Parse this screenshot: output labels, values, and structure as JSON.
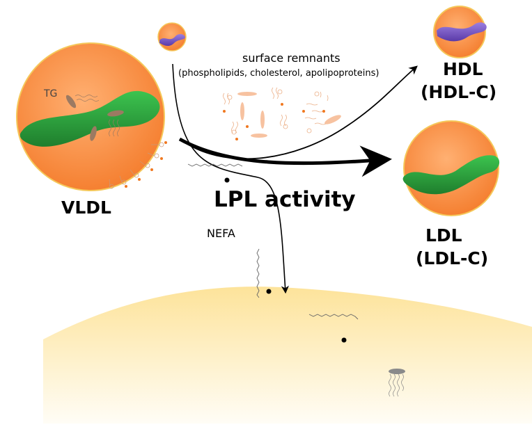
{
  "labels": {
    "vldl": "VLDL",
    "tg": "TG",
    "hdl": "HDL",
    "hdl_c": "(HDL-C)",
    "ldl": "LDL",
    "ldl_c": "(LDL-C)",
    "lpl": "LPL activity",
    "nefa": "NEFA",
    "remnants_title": "surface remnants",
    "remnants_detail": "(phospholipids, cholesterol, apolipoproteins)"
  },
  "colors": {
    "particle_orange": "#f58a3c",
    "particle_border": "#f5c85a",
    "apob_green": "#2eaa3f",
    "apoa_purple": "#7b52c8",
    "tissue_yellow": "#fde6a0"
  }
}
